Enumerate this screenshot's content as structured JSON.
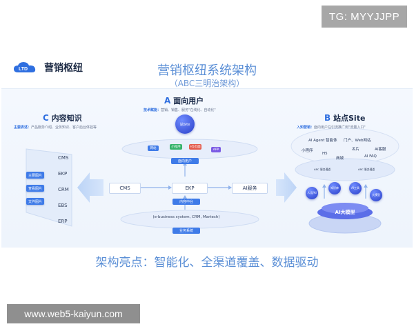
{
  "watermark_top": "TG: MYYJJPP",
  "watermark_bottom": "www.web5-kaiyun.com",
  "logo_text": "营销枢纽",
  "title": "营销枢纽系统架构",
  "subtitle": "（ABC三明治架构）",
  "highlight": "架构亮点：智能化、全渠道覆盖、数据驱动",
  "section_a": {
    "letter": "A",
    "label": "面向用户",
    "note_key": "技术赋能：",
    "note_text": "营销、销售、服务\"在线化、自动化\"",
    "top_node": "站Site",
    "chips": [
      "网站",
      "小程序",
      "H5页面",
      "APP"
    ],
    "user_pill": "面向用户",
    "flow_boxes": [
      "CMS",
      "EKP",
      "AI服务"
    ],
    "mid_pill": "内容中台",
    "bottom_box": "(e-business system, CRM, Martech)",
    "bottom_pill": "业务系统"
  },
  "section_c": {
    "letter": "C",
    "label": "内容知识",
    "note_key": "主要表述：",
    "note_text": "产品服务介绍、业务知识、客户后台体验等",
    "boxes": [
      "主要图片",
      "查看图片",
      "文件图片"
    ],
    "systems": [
      "CMS",
      "EKP",
      "CRM",
      "EBS",
      "ERP"
    ]
  },
  "section_b": {
    "letter": "B",
    "label": "站点Site",
    "note_key": "入知营销：",
    "note_text": "面向用户在引流推广到\"流量入口\"",
    "words": [
      "AI Agent 智能体",
      "门户、Web网站",
      "小程序",
      "名片",
      "AI客服",
      "H5",
      "商城",
      "AI FAQ"
    ],
    "sub_boxes": [
      "ABC 服务通道",
      "ABC 服务通道"
    ],
    "orbs": [
      "人设/AI",
      "知识库",
      "AI工具",
      "大模型"
    ],
    "base_label": "AI大模型"
  },
  "colors": {
    "accent": "#3f7be8",
    "title": "#5b8fd6",
    "chip_colors": [
      "#3f7be8",
      "#37b36b",
      "#e45b4b",
      "#7b5be4"
    ]
  }
}
